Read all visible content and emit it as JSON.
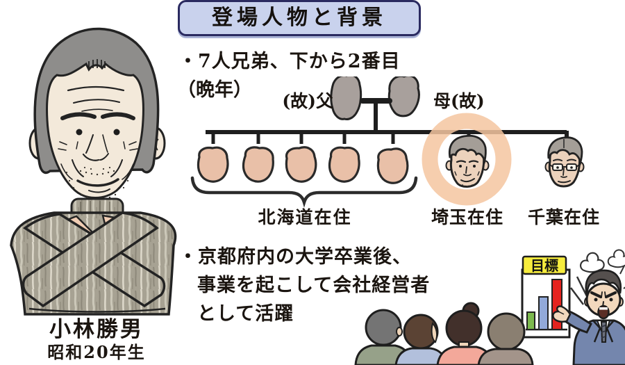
{
  "title": "登場人物と背景",
  "character": {
    "name": "小林勝男",
    "birth_year": "昭和20年生"
  },
  "notes": {
    "siblings_bullet": "・7人兄弟、下から2番目",
    "era_label": "（晩年）",
    "career_lines": [
      "・京都府内の大学卒業後、",
      "事業を起こして会社経営者",
      "として活躍"
    ]
  },
  "family_tree": {
    "father_label": "(故)父",
    "mother_label": "母(故)",
    "children_count": 7,
    "groups": [
      {
        "label": "北海道在住",
        "children": [
          1,
          2,
          3,
          4,
          5
        ]
      },
      {
        "label": "埼玉在住",
        "children": [
          6
        ],
        "highlighted": true
      },
      {
        "label": "千葉在住",
        "children": [
          7
        ]
      }
    ]
  },
  "scene": {
    "goal_sign": "目標",
    "bar_colors": [
      "#7cb94e",
      "#92a9d9",
      "#e5231f"
    ]
  },
  "colors": {
    "title_bg": "#c9d2ed",
    "title_border": "#2a2a60",
    "highlight_ring": "#f4c5a0",
    "child_skin": "#e9c0a8",
    "parent_silhouette": "#a8a09c",
    "sweater": "#a7a293",
    "suit": "#7486ad"
  }
}
